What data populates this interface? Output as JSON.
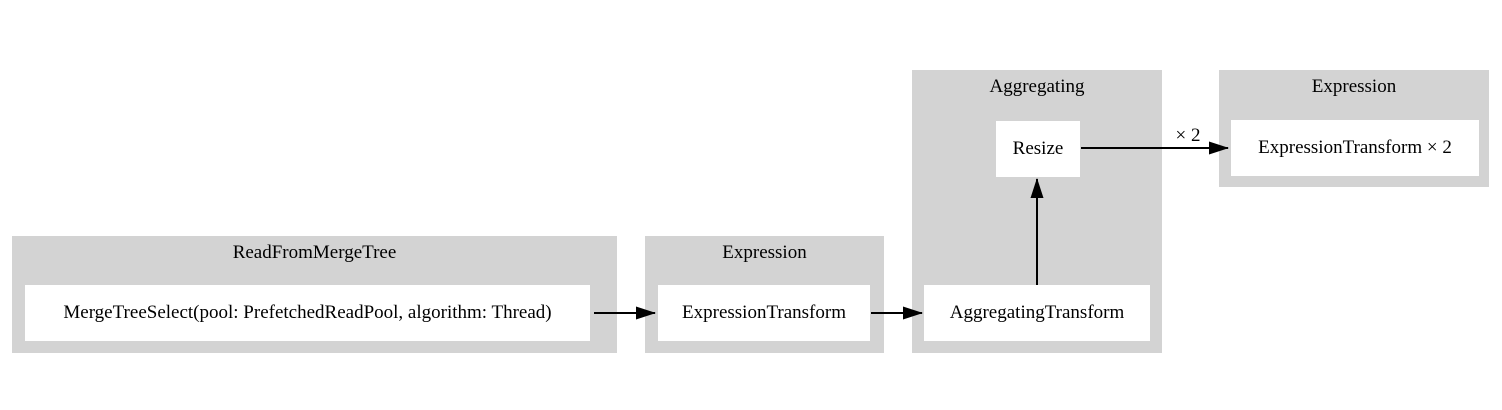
{
  "diagram": {
    "kind": "query-pipeline-graph",
    "colors": {
      "background": "#ffffff",
      "cluster_fill": "#d3d3d3",
      "node_fill": "#ffffff",
      "edge": "#000000",
      "text": "#000000"
    },
    "clusters": [
      {
        "label": "ReadFromMergeTree",
        "nodes": [
          {
            "label": "MergeTreeSelect(pool: PrefetchedReadPool, algorithm: Thread)"
          }
        ]
      },
      {
        "label": "Expression",
        "nodes": [
          {
            "label": "ExpressionTransform"
          }
        ]
      },
      {
        "label": "Aggregating",
        "nodes": [
          {
            "label": "Resize"
          },
          {
            "label": "AggregatingTransform"
          }
        ]
      },
      {
        "label": "Expression",
        "nodes": [
          {
            "label": "ExpressionTransform × 2"
          }
        ]
      }
    ],
    "edges": [
      {
        "from": "MergeTreeSelect(pool: PrefetchedReadPool, algorithm: Thread)",
        "to": "ExpressionTransform",
        "label": ""
      },
      {
        "from": "ExpressionTransform",
        "to": "AggregatingTransform",
        "label": ""
      },
      {
        "from": "AggregatingTransform",
        "to": "Resize",
        "label": ""
      },
      {
        "from": "Resize",
        "to": "ExpressionTransform × 2",
        "label": "× 2"
      }
    ]
  }
}
